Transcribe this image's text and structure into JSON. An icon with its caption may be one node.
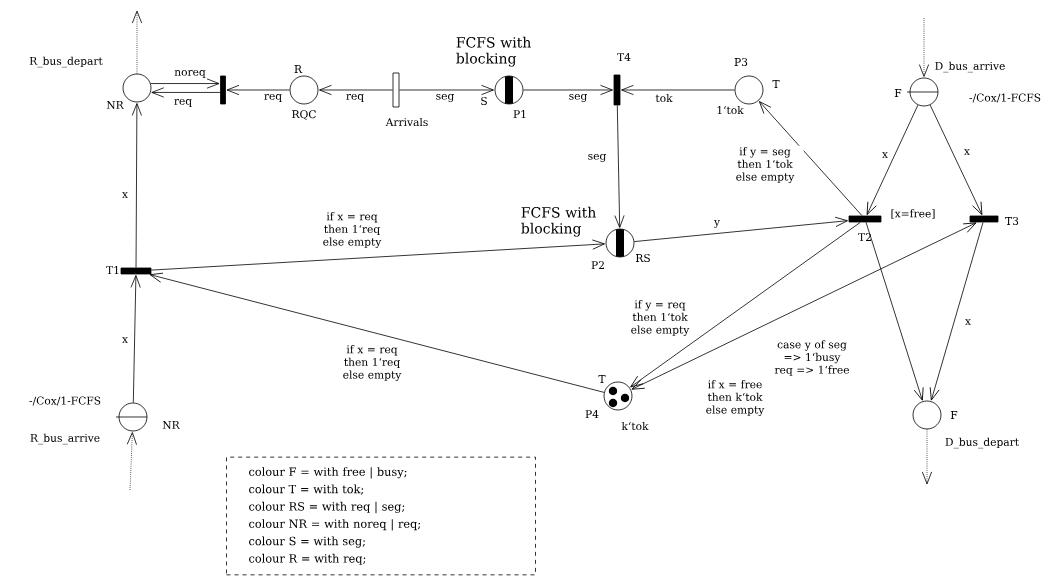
{
  "diagram": {
    "nodes": [
      {
        "text": [],
        "shape": "circle",
        "beside": [
          "R_bus_depart",
          "NR"
        ]
      },
      {
        "text": [],
        "shape": "bar"
      },
      {
        "text": [],
        "shape": "circle",
        "beside": [
          "R",
          "RQC"
        ]
      },
      {
        "text": [],
        "shape": "bar",
        "beside": [
          "Arrivals"
        ]
      },
      {
        "text": [],
        "shape": "circle",
        "beside": [
          "FCFS with blocking",
          "S",
          "P1"
        ]
      },
      {
        "text": [],
        "shape": "bar",
        "beside": [
          "T4"
        ]
      },
      {
        "text": [],
        "shape": "circle",
        "beside": [
          "P3",
          "T",
          "1‘tok"
        ]
      },
      {
        "text": [],
        "shape": "circle",
        "beside": [
          "D_bus_arrive",
          "F",
          "-/Cox/1-FCFS"
        ]
      },
      {
        "text": [],
        "shape": "bar",
        "beside": [
          "T1"
        ]
      },
      {
        "text": [],
        "shape": "circle",
        "beside": [
          "FCFS with blocking",
          "P2",
          "RS"
        ]
      },
      {
        "text": [],
        "shape": "bar",
        "beside": [
          "[x=free]",
          "T2"
        ]
      },
      {
        "text": [],
        "shape": "bar",
        "beside": [
          "T3"
        ]
      },
      {
        "text": [],
        "shape": "circle",
        "beside": [
          "-/Cox/1-FCFS",
          "R_bus_arrive",
          "NR"
        ]
      },
      {
        "text": [],
        "shape": "circle",
        "beside": [
          "T",
          "P4",
          "k‘tok"
        ]
      },
      {
        "text": [],
        "shape": "circle",
        "beside": [
          "F",
          "D_bus_depart"
        ]
      },
      {
        "text": [
          "colour F = with free | busy;",
          "colour T = with tok;",
          "colour RS = with req | seg;",
          "colour NR = with noreq | req;",
          "colour S = with seg;",
          "colour R = with req;"
        ]
      }
    ],
    "edges": [
      {
        "from": 0,
        "to": 1,
        "arrow": "to",
        "label": "noreq"
      },
      {
        "from": 1,
        "to": 0,
        "arrow": "to",
        "label": "req"
      },
      {
        "from": 2,
        "to": 1,
        "arrow": "to",
        "label": "req"
      },
      {
        "from": 3,
        "to": 2,
        "arrow": "to",
        "label": "req"
      },
      {
        "from": 3,
        "to": 4,
        "arrow": "to",
        "label": "seg"
      },
      {
        "from": 4,
        "to": 5,
        "arrow": "to",
        "label": "seg"
      },
      {
        "from": 6,
        "to": 5,
        "arrow": "to",
        "label": "tok"
      },
      {
        "from": 5,
        "to": 9,
        "arrow": "to",
        "label": "seg"
      },
      {
        "from": 8,
        "to": 0,
        "arrow": "to",
        "label": "x"
      },
      {
        "from": 8,
        "to": 9,
        "arrow": "to",
        "label": "if x = req then 1‘req else empty"
      },
      {
        "from": 13,
        "to": 8,
        "arrow": "to",
        "label": "if x = req then 1‘req else empty"
      },
      {
        "from": 9,
        "to": 10,
        "arrow": "to",
        "label": "y"
      },
      {
        "from": 10,
        "to": 6,
        "arrow": "to",
        "label": "if y = seg then 1‘tok else empty"
      },
      {
        "from": 7,
        "to": 10,
        "arrow": "to",
        "label": "x"
      },
      {
        "from": 7,
        "to": 11,
        "arrow": "to",
        "label": "x"
      },
      {
        "from": 10,
        "to": 13,
        "arrow": "to",
        "label": "if y = req then 1‘tok else empty"
      },
      {
        "from": 13,
        "to": 11,
        "arrow": "both",
        "label": "if x = free then k‘tok else empty"
      },
      {
        "from": 10,
        "to": 14,
        "arrow": "to",
        "label": "case y of seg => 1‘busy req => 1‘free"
      },
      {
        "from": 11,
        "to": 14,
        "arrow": "to",
        "label": "x"
      },
      {
        "from": 12,
        "to": 8,
        "arrow": "to",
        "label": "x"
      },
      {
        "from": null,
        "to": 7,
        "arrow": "to",
        "style": "dashed"
      },
      {
        "from": 0,
        "to": null,
        "arrow": "to",
        "style": "dashed"
      },
      {
        "from": null,
        "to": 12,
        "arrow": "to",
        "style": "dashed"
      },
      {
        "from": 14,
        "to": null,
        "arrow": "to",
        "style": "dashed"
      }
    ]
  }
}
